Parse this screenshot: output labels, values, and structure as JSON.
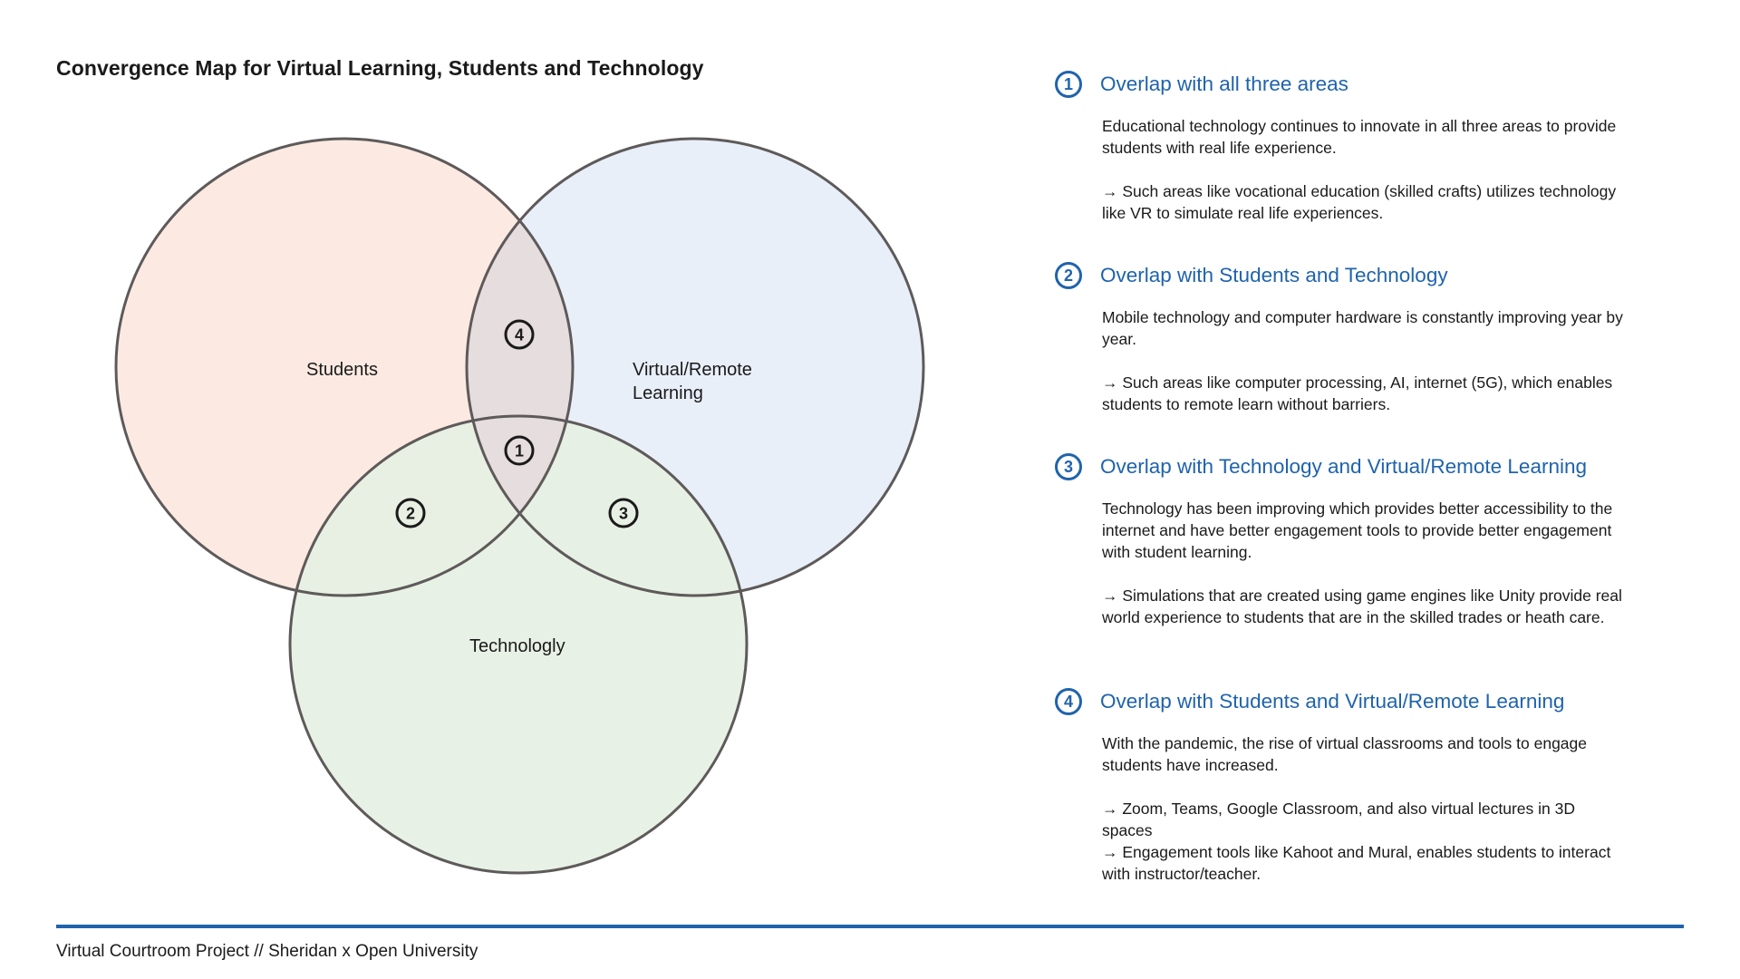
{
  "title": "Convergence Map for Virtual Learning, Students and Technology",
  "colors": {
    "accent": "#1f63ad",
    "students_fill": "#fce8df",
    "virtual_fill": "#e7eef8",
    "tech_fill": "#e6f0e3",
    "circle_stroke": "#5e5a5a"
  },
  "diagram": {
    "circles": [
      {
        "id": "students",
        "label": "Students"
      },
      {
        "id": "virtual",
        "label_line1": "Virtual/Remote",
        "label_line2": "Learning"
      },
      {
        "id": "technology",
        "label": "Technologly"
      }
    ],
    "markers": [
      "1",
      "2",
      "3",
      "4"
    ]
  },
  "sections": [
    {
      "number": "1",
      "title": "Overlap with all three areas",
      "paragraphs": [
        "Educational technology continues to innovate in all three areas to provide students with real life experience.",
        "→ Such areas like vocational education (skilled crafts) utilizes technology like VR to simulate real life experiences."
      ]
    },
    {
      "number": "2",
      "title": "Overlap with Students and Technology",
      "paragraphs": [
        "Mobile technology and computer hardware is constantly improving year by year.",
        "→ Such areas like computer processing, AI, internet (5G), which enables students to remote learn without barriers."
      ]
    },
    {
      "number": "3",
      "title": "Overlap with Technology and Virtual/Remote Learning",
      "paragraphs": [
        "Technology has been improving which provides better accessibility to the internet and have better engagement tools to provide better engagement with student learning.",
        "→ Simulations that are created using game engines like Unity provide real world experience to students that are in the skilled trades or heath care."
      ]
    },
    {
      "number": "4",
      "title": "Overlap with Students and Virtual/Remote Learning",
      "paragraphs": [
        "With the pandemic, the rise of virtual classrooms and tools to engage students have increased.",
        "→ Zoom, Teams, Google Classroom, and also virtual lectures in 3D spaces",
        "→ Engagement tools like Kahoot and Mural,  enables students to interact with instructor/teacher."
      ]
    }
  ],
  "footer": "Virtual Courtroom Project // Sheridan x Open University"
}
